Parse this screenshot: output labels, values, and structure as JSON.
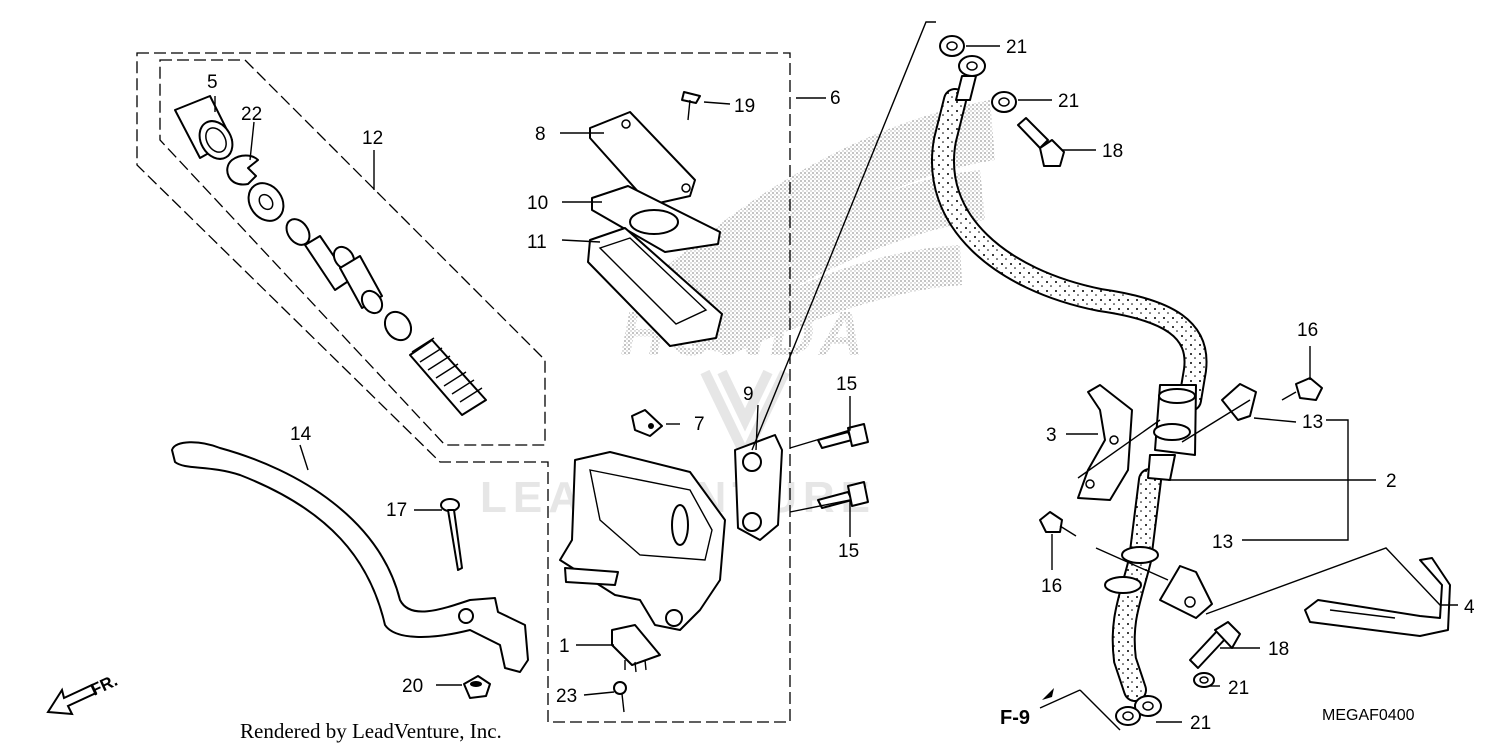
{
  "diagram": {
    "code": "MEGAF0400",
    "credit": "Rendered by LeadVenture, Inc.",
    "direction_label": "FR.",
    "reference_label": "F-9",
    "watermark": {
      "brand": "HONDA",
      "company": "LEADVENTURE"
    },
    "colors": {
      "ink": "#000000",
      "watermark": "#e6e6e6",
      "stipple": "#9a9a9a"
    },
    "callouts": {
      "c1": "1",
      "c2": "2",
      "c3": "3",
      "c4": "4",
      "c5": "5",
      "c6": "6",
      "c7": "7",
      "c8": "8",
      "c9": "9",
      "c10": "10",
      "c11": "11",
      "c12": "12",
      "c13a": "13",
      "c13b": "13",
      "c14": "14",
      "c15a": "15",
      "c15b": "15",
      "c16a": "16",
      "c16b": "16",
      "c17": "17",
      "c18a": "18",
      "c18b": "18",
      "c19": "19",
      "c20": "20",
      "c21a": "21",
      "c21b": "21",
      "c21c": "21",
      "c21d": "21",
      "c22": "22",
      "c23": "23"
    }
  }
}
